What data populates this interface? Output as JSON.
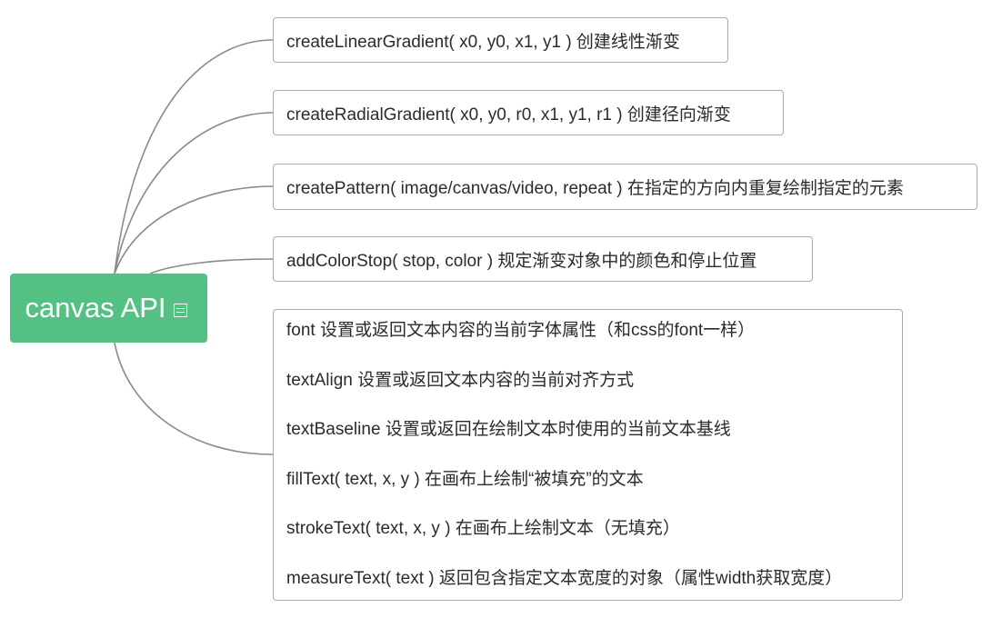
{
  "central": {
    "label": "canvas API",
    "icon": "note-icon"
  },
  "topics": [
    {
      "text": "createLinearGradient( x0, y0, x1, y1 ) 创建线性渐变"
    },
    {
      "text": "createRadialGradient( x0, y0, r0, x1, y1, r1 ) 创建径向渐变"
    },
    {
      "text": "createPattern( image/canvas/video, repeat ) 在指定的方向内重复绘制指定的元素"
    },
    {
      "text": "addColorStop( stop, color ) 规定渐变对象中的颜色和停止位置"
    }
  ],
  "text_topic": {
    "lines": [
      "font 设置或返回文本内容的当前字体属性（和css的font一样）",
      "textAlign 设置或返回文本内容的当前对齐方式",
      "textBaseline 设置或返回在绘制文本时使用的当前文本基线",
      "fillText( text, x, y ) 在画布上绘制“被填充”的文本",
      "strokeText( text, x, y ) 在画布上绘制文本（无填充）",
      "measureText( text ) 返回包含指定文本宽度的对象（属性width获取宽度）"
    ]
  },
  "colors": {
    "central_fill": "#55c083",
    "connector": "#8a8a8a",
    "topic_border": "#a9a9a9"
  }
}
